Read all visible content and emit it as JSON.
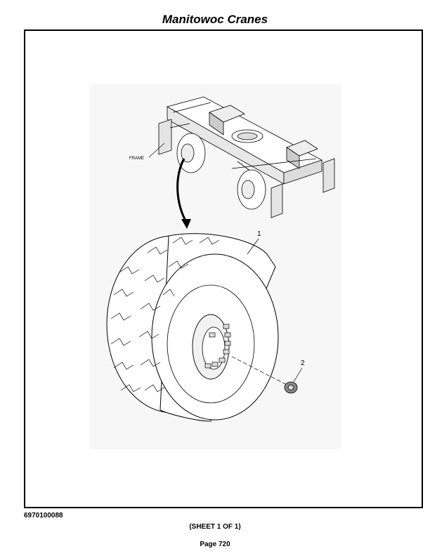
{
  "header": {
    "title": "Manitowoc Cranes"
  },
  "figure": {
    "frame_label": "FRAME",
    "callouts": [
      {
        "label": "1"
      },
      {
        "label": "2"
      }
    ]
  },
  "footer": {
    "doc_number": "6970100088",
    "sheet": "(SHEET 1 OF 1)",
    "page": "Page 720"
  }
}
